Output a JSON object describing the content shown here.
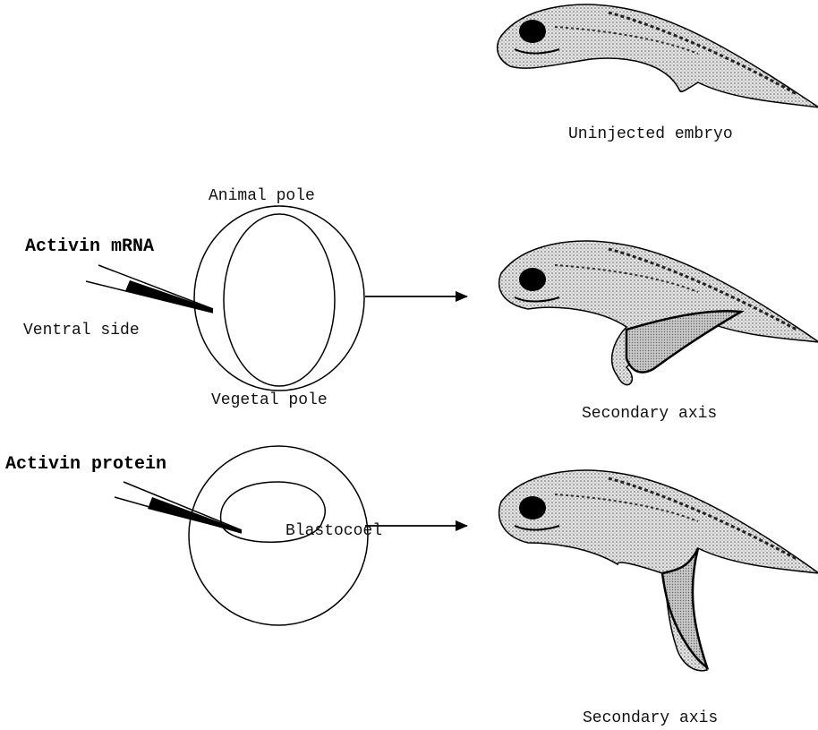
{
  "labels": {
    "uninjected": "Uninjected embryo",
    "animal_pole": "Animal pole",
    "activin_mrna": "Activin mRNA",
    "ventral_side": "Ventral side",
    "vegetal_pole": "Vegetal pole",
    "secondary_axis_1": "Secondary axis",
    "activin_protein": "Activin protein",
    "blastocoel": "Blastocoel",
    "secondary_axis_2": "Secondary axis"
  },
  "colors": {
    "line": "#000000",
    "embryo_fill": "#cfcfcf",
    "axis_fill": "#bdbdbd",
    "background": "#ffffff"
  }
}
